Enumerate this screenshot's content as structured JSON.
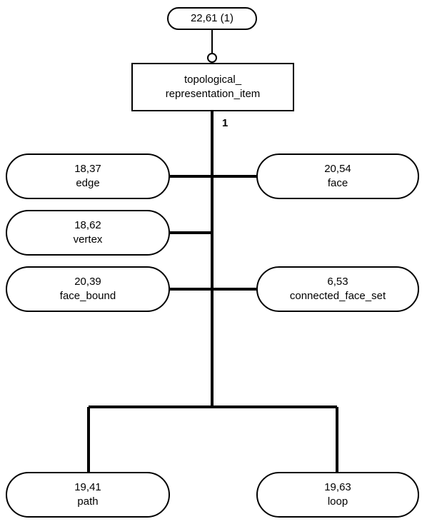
{
  "top_ref": "22,61 (1)",
  "main": {
    "line1": "topological_",
    "line2": "representation_item"
  },
  "cardinality": "1",
  "nodes": {
    "edge": {
      "num": "18,37",
      "name": "edge"
    },
    "face": {
      "num": "20,54",
      "name": "face"
    },
    "vertex": {
      "num": "18,62",
      "name": "vertex"
    },
    "face_bound": {
      "num": "20,39",
      "name": "face_bound"
    },
    "connected_face_set": {
      "num": "6,53",
      "name": "connected_face_set"
    },
    "path": {
      "num": "19,41",
      "name": "path"
    },
    "loop": {
      "num": "19,63",
      "name": "loop"
    }
  }
}
